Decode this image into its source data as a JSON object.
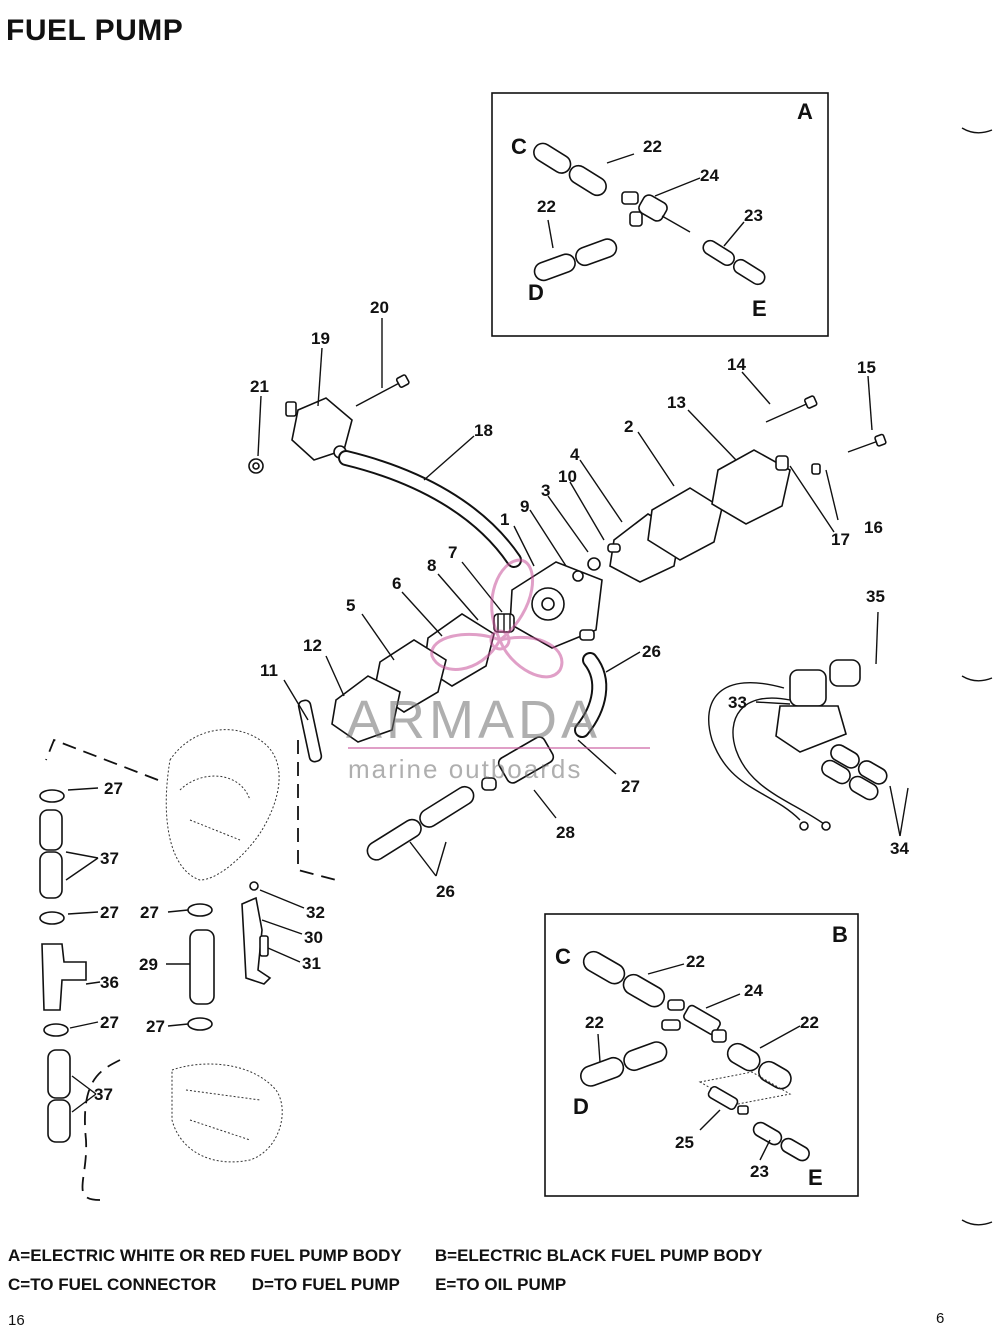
{
  "title": "FUEL PUMP",
  "legend": {
    "line1a": "A=ELECTRIC WHITE OR RED FUEL PUMP BODY",
    "line1b": "B=ELECTRIC BLACK FUEL PUMP BODY",
    "line2a": "C=TO FUEL CONNECTOR",
    "line2b": "D=TO FUEL PUMP",
    "line2c": "E=TO OIL PUMP"
  },
  "page_left": "16",
  "page_right": "6",
  "watermark": {
    "brand": "ARMADA",
    "tagline": "marine outboards"
  },
  "inset_a": {
    "letter": "A",
    "c": "C",
    "d": "D",
    "e": "E"
  },
  "inset_b": {
    "letter": "B",
    "c": "C",
    "d": "D",
    "e": "E"
  },
  "callouts": {
    "n1": "1",
    "n2": "2",
    "n3": "3",
    "n4": "4",
    "n5": "5",
    "n6": "6",
    "n7": "7",
    "n8": "8",
    "n9": "9",
    "n10": "10",
    "n11": "11",
    "n12": "12",
    "n13": "13",
    "n14": "14",
    "n15": "15",
    "n16": "16",
    "n17": "17",
    "n18": "18",
    "n19": "19",
    "n20": "20",
    "n21": "21",
    "n22": "22",
    "n23": "23",
    "n24": "24",
    "n25": "25",
    "n26": "26",
    "n27": "27",
    "n28": "28",
    "n29": "29",
    "n30": "30",
    "n31": "31",
    "n32": "32",
    "n33": "33",
    "n34": "34",
    "n35": "35",
    "n36": "36",
    "n37": "37"
  }
}
